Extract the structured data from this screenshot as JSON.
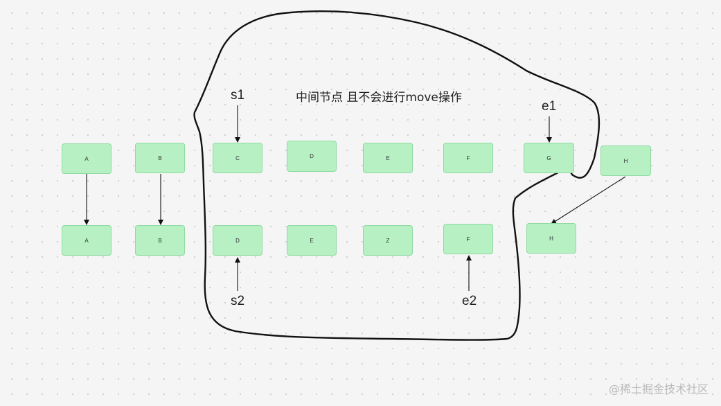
{
  "title": "中间节点 且不会进行move操作",
  "watermark": "@稀土掘金技术社区",
  "pointers": {
    "s1": "s1",
    "e1": "e1",
    "s2": "s2",
    "e2": "e2"
  },
  "top_row": [
    "A",
    "B",
    "C",
    "D",
    "E",
    "F",
    "G",
    "H"
  ],
  "bottom_row": [
    "A",
    "B",
    "D",
    "E",
    "Z",
    "F",
    "H"
  ],
  "colors": {
    "node_fill": "#b7f1c3",
    "node_border": "#8fd9a1",
    "outline": "#111111"
  }
}
